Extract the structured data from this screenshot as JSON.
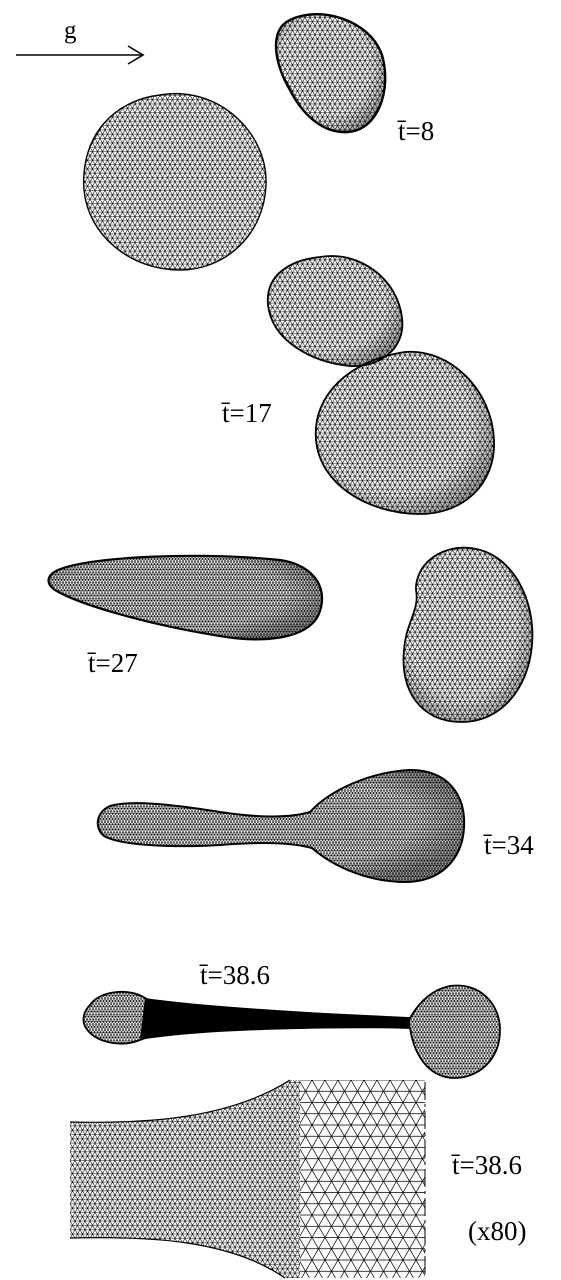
{
  "gravity": {
    "label": "g"
  },
  "frames": [
    {
      "id": "t8",
      "label": "t̄=8"
    },
    {
      "id": "t17",
      "label": "t̄=17"
    },
    {
      "id": "t27",
      "label": "t̄=27"
    },
    {
      "id": "t34",
      "label": "t̄=34"
    },
    {
      "id": "t386",
      "label": "t̄=38.6"
    },
    {
      "id": "t386z",
      "label": "t̄=38.6"
    }
  ],
  "zoom": {
    "label": "(x80)"
  },
  "colors": {
    "mesh": "#000000",
    "background": "#ffffff"
  }
}
